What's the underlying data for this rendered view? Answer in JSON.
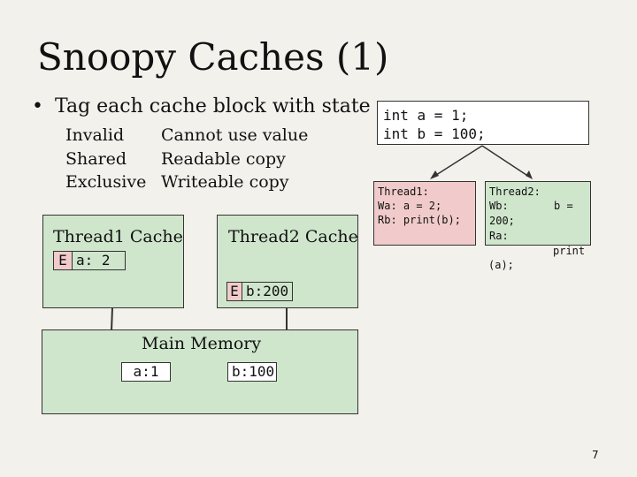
{
  "title": "Snoopy Caches (1)",
  "bullet": "Tag each cache block with state",
  "states": [
    {
      "name": "Invalid",
      "desc": "Cannot use value"
    },
    {
      "name": "Shared",
      "desc": "Readable copy"
    },
    {
      "name": "Exclusive",
      "desc": "Writeable copy"
    }
  ],
  "thread1_cache": {
    "title": "Thread1 Cache",
    "state": "E",
    "value": "a: 2"
  },
  "thread2_cache": {
    "title": "Thread2 Cache",
    "state": "E",
    "value": "b:200"
  },
  "main_memory": {
    "title": "Main Memory",
    "cell_a": "a:1",
    "cell_b": "b:100"
  },
  "code": {
    "line1": "int a = 1;",
    "line2": "int b = 100;"
  },
  "thread1_code": {
    "line1": "Thread1:",
    "line2": "Wa: a = 2;",
    "line3": "Rb: print(b);"
  },
  "thread2_code": {
    "line1": "Thread2:",
    "line2": "Wb:",
    "line2b": "b =",
    "line3": "200;",
    "line4": "Ra:",
    "line5": "print",
    "line6": "(a);"
  },
  "page_number": "7",
  "colors": {
    "cache_fill": "#cfe6cc",
    "thread1_fill": "#f1cbcb",
    "state_fill": "#f1cbcb"
  }
}
